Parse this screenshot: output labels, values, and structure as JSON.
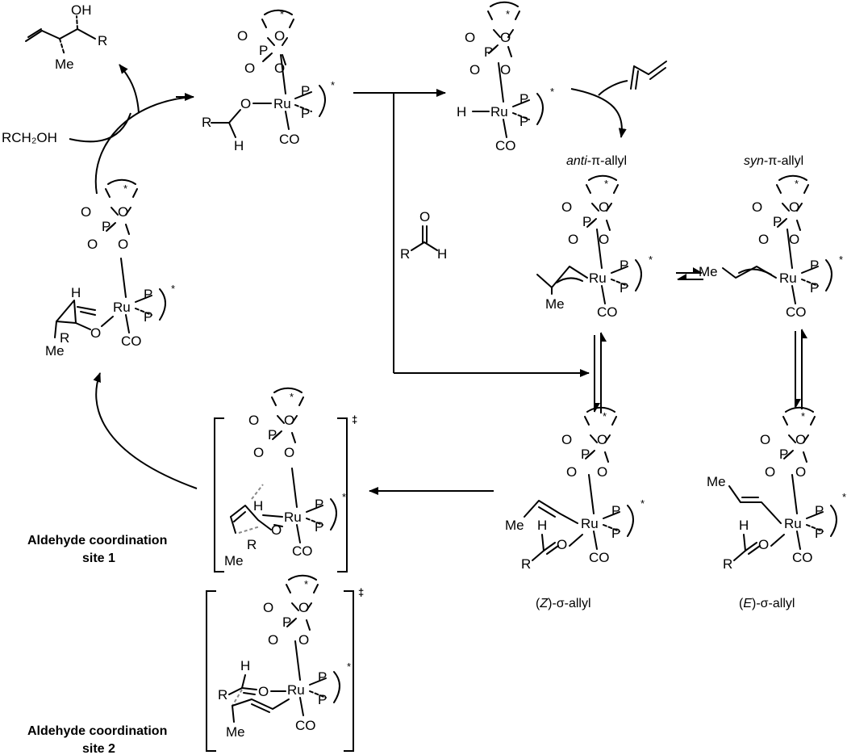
{
  "labels": {
    "product": {
      "oh": "OH",
      "r": "R",
      "me": "Me"
    },
    "alcohol": "RCH₂OH",
    "aldehyde": {
      "o": "O",
      "r": "R",
      "h": "H"
    },
    "anti_pi_allyl": "anti-π-allyl",
    "syn_pi_allyl": "syn-π-allyl",
    "z_sigma_allyl": "(Z)-σ-allyl",
    "e_sigma_allyl": "(E)-σ-allyl",
    "site1_line1": "Aldehyde coordination",
    "site1_line2": "site 1",
    "site2_line1": "Aldehyde coordination",
    "site2_line2": "site 2",
    "double_dagger": "‡"
  },
  "atoms": {
    "o": "O",
    "p": "P",
    "ru": "Ru",
    "co": "CO",
    "h": "H",
    "r": "R",
    "me": "Me",
    "star": "*"
  }
}
